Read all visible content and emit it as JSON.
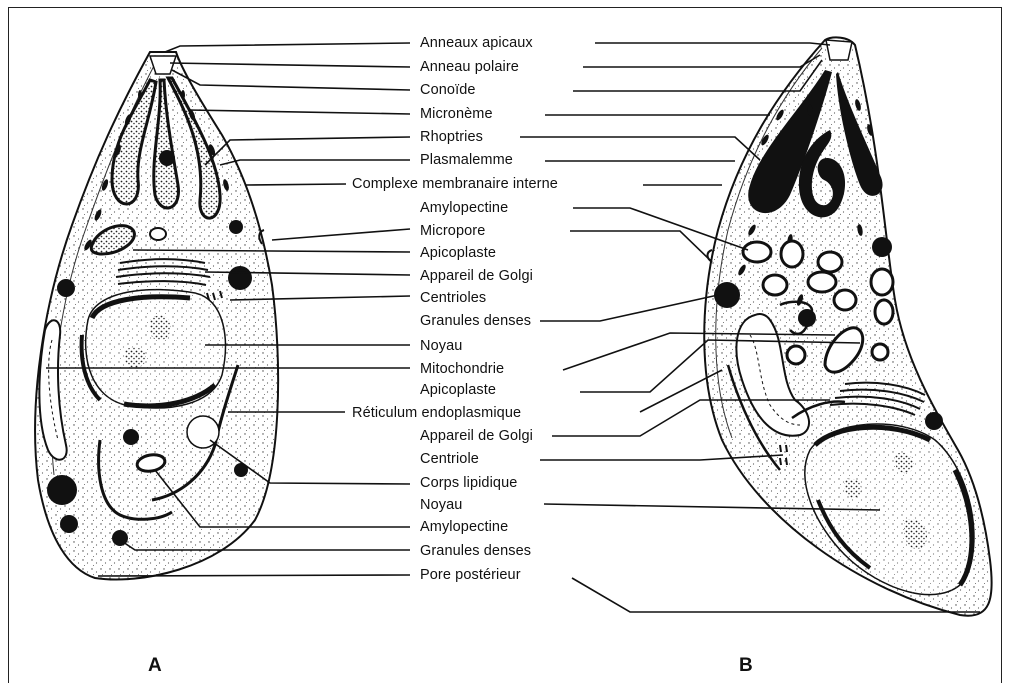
{
  "labels": [
    "Anneaux apicaux",
    "Anneau polaire",
    "Conoïde",
    "Micronème",
    "Rhoptries",
    "Plasmalemme",
    "Complexe membranaire interne",
    "Amylopectine",
    "Micropore",
    "Apicoplaste",
    "Appareil de Golgi",
    "Centrioles",
    "Granules denses",
    "Noyau",
    "Mitochondrie",
    "Apicoplaste",
    "Réticulum endoplasmique",
    "Appareil de Golgi",
    "Centriole",
    "Corps lipidique",
    "Noyau",
    "Amylopectine",
    "Granules denses",
    "Pore postérieur"
  ],
  "panels": {
    "a": "A",
    "b": "B"
  }
}
